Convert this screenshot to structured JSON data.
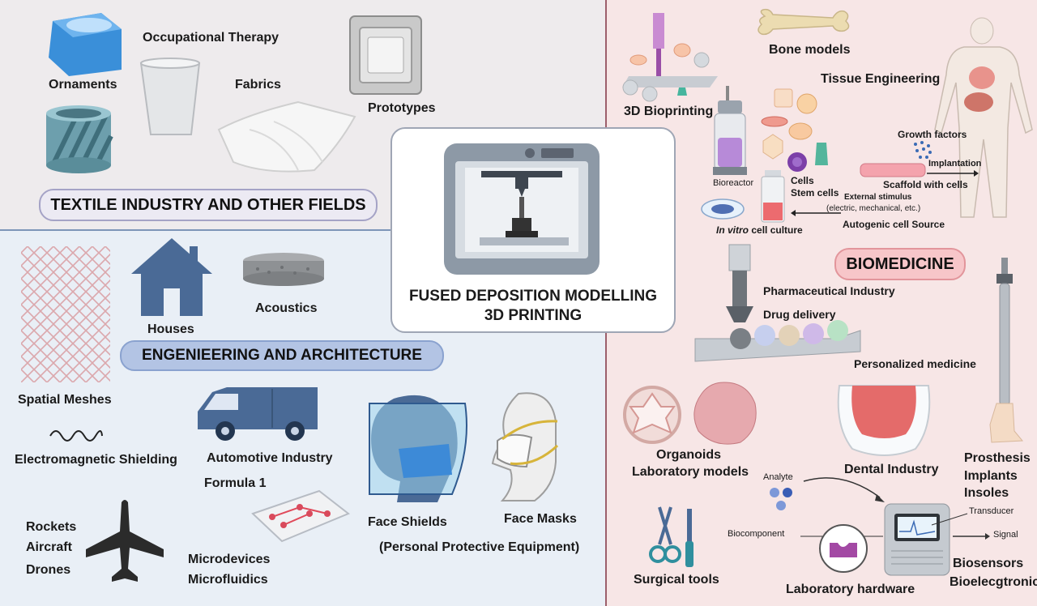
{
  "center": {
    "line1": "FUSED DEPOSITION MODELLING",
    "line2": "3D PRINTING"
  },
  "textile": {
    "banner": "TEXTILE INDUSTRY AND OTHER FIELDS",
    "ornaments": "Ornaments",
    "occupational": "Occupational Therapy",
    "fabrics": "Fabrics",
    "prototypes": "Prototypes"
  },
  "engineering": {
    "banner": "ENGENIEERING AND ARCHITECTURE",
    "houses": "Houses",
    "acoustics": "Acoustics",
    "spatial_meshes": "Spatial Meshes",
    "em_shielding": "Electromagnetic Shielding",
    "automotive": "Automotive Industry",
    "formula1": "Formula 1",
    "face_shields": "Face Shields",
    "face_masks": "Face Masks",
    "ppe": "(Personal Protective Equipment)",
    "rockets": "Rockets",
    "aircraft": "Aircraft",
    "drones": "Drones",
    "microdevices": "Microdevices",
    "microfluidics": "Microfluidics"
  },
  "biomedicine": {
    "banner": "BIOMEDICINE",
    "bioprinting": "3D Bioprinting",
    "bone_models": "Bone models",
    "tissue_engineering": "Tissue Engineering",
    "growth_factors": "Growth factors",
    "implantation": "Implantation",
    "scaffold": "Scaffold with cells",
    "bioreactor": "Bioreactor",
    "cells": "Cells",
    "stem_cells": "Stem cells",
    "external_stimulus": "External stimulus",
    "stimulus_detail": "(electric, mechanical, etc.)",
    "autogenic": "Autogenic cell Source",
    "in_vitro_italic": "In vitro",
    "cell_culture": " cell culture",
    "pharma": "Pharmaceutical Industry",
    "drug_delivery": "Drug delivery",
    "personalized": "Personalized medicine",
    "organoids": "Organoids",
    "lab_models": "Laboratory models",
    "dental": "Dental Industry",
    "prosthesis": "Prosthesis",
    "implants": "Implants",
    "insoles": "Insoles",
    "analyte": "Analyte",
    "transducer": "Transducer",
    "biocomponent": "Biocomponent",
    "signal": "Signal",
    "biosensors": "Biosensors",
    "bioelectronics": "Bioelecgtronics",
    "surgical_tools": "Surgical tools",
    "lab_hardware": "Laboratory hardware"
  },
  "colors": {
    "textile_bg": "#eeebed",
    "engineering_bg": "#e9eff6",
    "biomedicine_bg": "#f7e6e6",
    "engineering_blue": "#4a6a96",
    "bio_pink": "#f7c6c9"
  }
}
